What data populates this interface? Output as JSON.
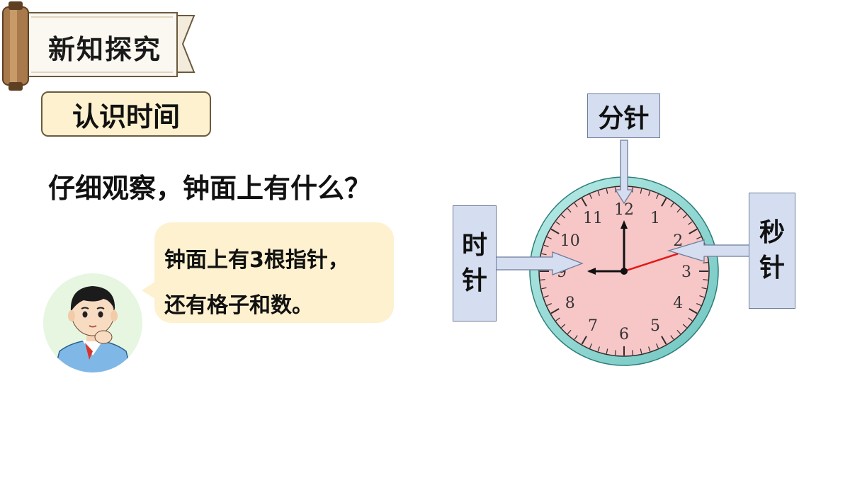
{
  "banner": {
    "title": "新知探究"
  },
  "section": {
    "title": "认识时间"
  },
  "question": {
    "text": "仔细观察，钟面上有什么？"
  },
  "speech": {
    "line1": "钟面上有3根指针，",
    "line2": "还有格子和数。"
  },
  "clock": {
    "numbers": [
      "1",
      "2",
      "3",
      "4",
      "5",
      "6",
      "7",
      "8",
      "9",
      "10",
      "11",
      "12"
    ],
    "time": {
      "hour": 9,
      "minute": 0,
      "second": 12
    },
    "colors": {
      "face": "#f7c6c7",
      "rim": "#8cd3cf",
      "hands": "#111111",
      "second_hand": "#e01a1a"
    }
  },
  "labels": {
    "minute_hand": "分针",
    "hour_hand": [
      "时",
      "针"
    ],
    "second_hand": [
      "秒",
      "针"
    ]
  },
  "colors": {
    "tag_bg": "#fdf1cf",
    "label_bg": "#d5def0",
    "label_border": "#6d7c9c"
  }
}
